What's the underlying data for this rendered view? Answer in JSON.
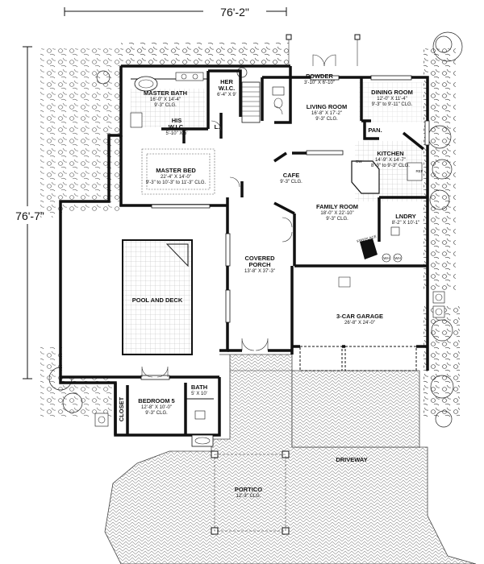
{
  "dimensions": {
    "overall_width": "76'-2\"",
    "overall_depth": "76'-7\""
  },
  "rooms": {
    "powder": {
      "name": "POWDER",
      "size": "3'-10\" X 6'-10\""
    },
    "master_bath": {
      "name": "MASTER BATH",
      "size": "16'-0\" X 14'-4\"",
      "ceiling": "9'-3\" CLG."
    },
    "her_wic": {
      "name": "HER",
      "name2": "W.I.C.",
      "size": "6'-4\" X 9'"
    },
    "his_wic": {
      "name": "HIS",
      "name2": "W.I.C.",
      "size": "5'-10\" X 5'"
    },
    "living_room": {
      "name": "LIVING ROOM",
      "size": "16'-8\" X 17'-2\"",
      "ceiling": "9'-3\" CLG."
    },
    "dining_room": {
      "name": "DINING ROOM",
      "size": "12'-0\" X 11'-4\"",
      "ceiling": "9'-3\" to 9'-11\" CLG."
    },
    "pantry": {
      "name": "PAN."
    },
    "kitchen": {
      "name": "KITCHEN",
      "size": "14'-9\" X 14'-7\"",
      "ceiling": "8'-3\" to 9'-3\" CLG."
    },
    "master_bed": {
      "name": "MASTER BED",
      "size": "22'-4\" X 14'-0\"",
      "ceiling": "9'-3\" to 10'-3\" to 11'-3\" CLG."
    },
    "cafe": {
      "name": "CAFE",
      "ceiling": "9'-3\" CLG."
    },
    "family_room": {
      "name": "FAMILY ROOM",
      "size": "18'-0\" X 22'-10\"",
      "ceiling": "9'-3\" CLG."
    },
    "laundry": {
      "name": "LNDRY",
      "size": "8'-2\" X 10'-1\""
    },
    "covered_porch": {
      "name": "COVERED",
      "name2": "PORCH",
      "size": "13'-8\" X 37'-3\""
    },
    "pool": {
      "name": "POOL AND DECK"
    },
    "garage": {
      "name": "3-CAR GARAGE",
      "size": "26'-8\" X 24'-0\""
    },
    "bedroom5": {
      "name": "BEDROOM 5",
      "size": "12'-8\" X 10'-0\"",
      "ceiling": "9'-3\" CLG."
    },
    "bath": {
      "name": "BATH",
      "size": "5' X 10'"
    },
    "closet": {
      "name": "CLOSET"
    },
    "driveway": {
      "name": "DRIVEWAY"
    },
    "portico": {
      "name": "PORTICO",
      "ceiling": "12'-3\" CLG."
    }
  },
  "fixtures": {
    "l_mark": "L.",
    "fireplace": "FIREPLACE",
    "wh": "WH",
    "dw": "DW",
    "ref": "REF"
  }
}
